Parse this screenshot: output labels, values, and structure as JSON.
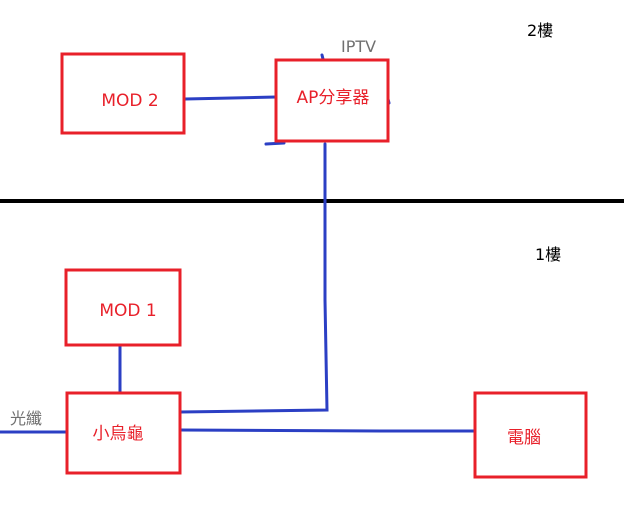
{
  "floors": {
    "upper": "2樓",
    "lower": "1樓"
  },
  "devices": {
    "mod2": "MOD 2",
    "ap_switch": "AP分享器",
    "mod1": "MOD 1",
    "router": "小烏龜",
    "pc": "電腦"
  },
  "notes": {
    "iptv": "IPTV",
    "fiber": "光纖"
  },
  "colors": {
    "box_border": "#e8202a",
    "box_text": "#e8202a",
    "cable": "#2b3fc4",
    "floor_divider": "#000000",
    "note_text": "#707070"
  }
}
